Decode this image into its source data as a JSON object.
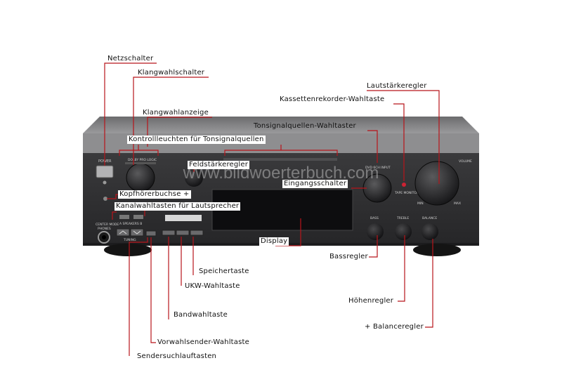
{
  "watermark": "www.bildwoerterbuch.com",
  "colors": {
    "leader": "#b8141a",
    "chassis": "#3c3c3e",
    "frontpanel": "#2f2f31",
    "top": "#8c8c8e"
  },
  "device_text": {
    "power": "POWER",
    "dolby": "DOLBY PRO LOGIC",
    "center_mode": "CENTER MODE",
    "phones": "PHONES",
    "speakers": "A  SPEAKERS  B",
    "tuning": "TUNING",
    "volume": "VOLUME",
    "bass": "BASS",
    "treble": "TREBLE",
    "balance": "BALANCE",
    "tape_monitor": "TAPE MONITOR",
    "dvd_input": "DVD 6CH INPUT",
    "min": "MIN",
    "max": "MAX"
  },
  "labels": {
    "netzschalter": "Netzschalter",
    "klangwahlschalter": "Klangwahlschalter",
    "klangwahlanzeige": "Klangwahlanzeige",
    "kontrollleuchten": "Kontrollleuchten für Tonsignalquellen",
    "feldstaerke": "Feldstärkeregler",
    "kopfhoerer": "Kopfhörerbuchse +",
    "kanalwahl": "Kanalwahltasten für Lautsprecher",
    "display": "Display",
    "speicher": "Speichertaste",
    "ukw": "UKW-Wahltaste",
    "band": "Bandwahltaste",
    "vorwahl": "Vorwahlsender-Wahltaste",
    "sendersuch": "Sendersuchlauftasten",
    "lautstaerke": "Lautstärkeregler",
    "kassetten": "Kassettenrekorder-Wahltaste",
    "tonsignal": "Tonsignalquellen-Wahltaster",
    "eingang": "Eingangsschalter",
    "bass": "Bassregler",
    "hoehen": "Höhenregler",
    "balance": "+ Balanceregler"
  }
}
